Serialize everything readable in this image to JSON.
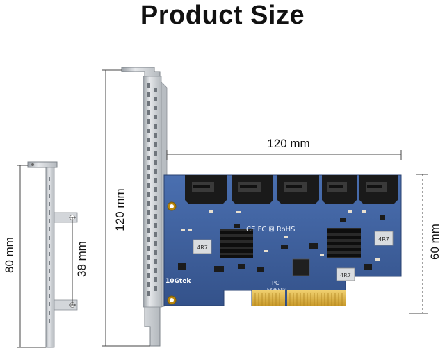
{
  "title": "Product Size",
  "dimensions": {
    "bracket_low_height": "80 mm",
    "bracket_low_hole_spacing": "38 mm",
    "bracket_full_height": "120 mm",
    "card_length": "120 mm",
    "card_height": "60 mm"
  },
  "card": {
    "brand": "10Gtek",
    "cert_marks": "CE FC ⊠ RoHS",
    "rohs": "RoHS",
    "pci_line1": "PCI",
    "pci_line2": "EXPRESS",
    "inductor_labels": [
      "4R7",
      "4R7",
      "4R7"
    ],
    "sata_port_count": 5
  },
  "colors": {
    "pcb": "#3e5f9c",
    "bracket": "#c9cdd2",
    "gold": "#e0b84a",
    "heatsink": "#1c1c1c",
    "dim_line": "#444444"
  }
}
